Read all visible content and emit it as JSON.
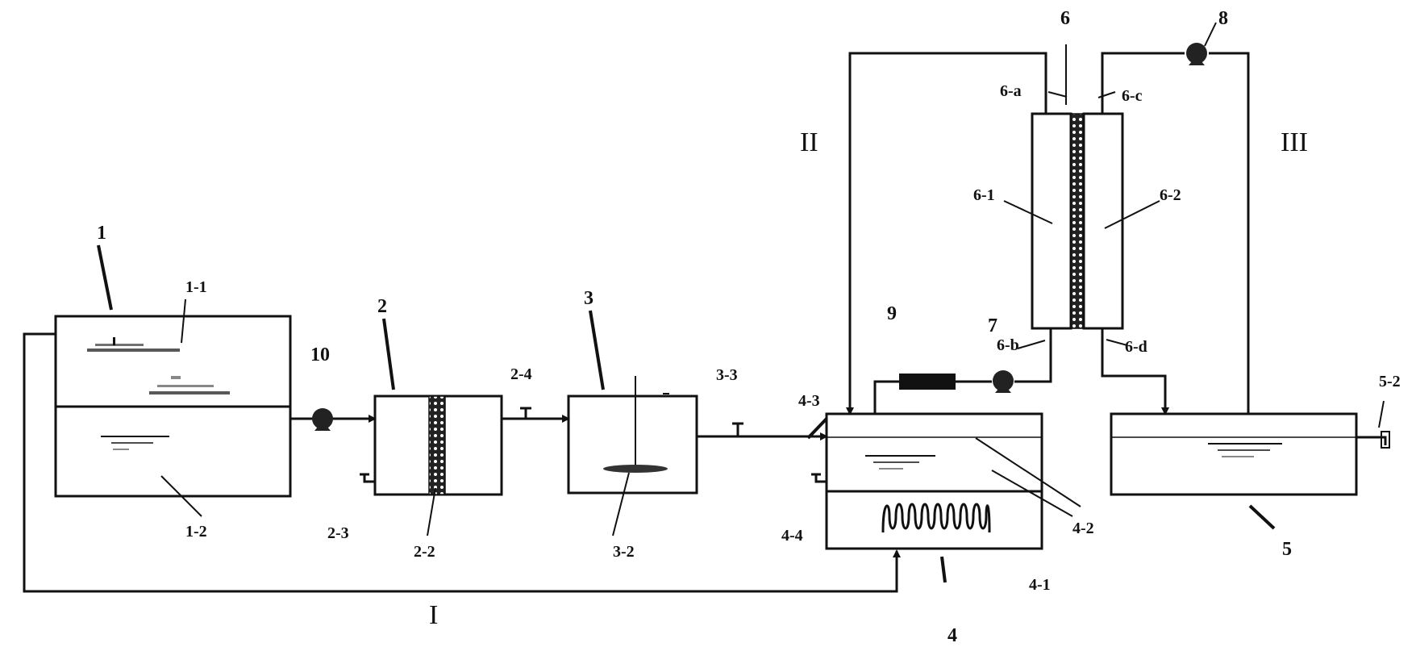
{
  "labels": {
    "tank1": "1",
    "tank1_upper": "1-1",
    "tank1_lower": "1-2",
    "unit2": "2",
    "unit2_valve_bottom": "2-3",
    "unit2_valve_top": "2-4",
    "unit2_media": "2-2",
    "unit3": "3",
    "unit3_stirrer": "3-2",
    "unit3_valve": "3-3",
    "tank4": "4",
    "tank4_heater": "4-1",
    "tank4_liquid": "4-2",
    "tank4_inlet": "4-3",
    "tank4_valve": "4-4",
    "tank5": "5",
    "tank5_outlet": "5-2",
    "cell6": "6",
    "cell6_left": "6-1",
    "cell6_right": "6-2",
    "port_a": "6-a",
    "port_b": "6-b",
    "port_c": "6-c",
    "port_d": "6-d",
    "pump7": "7",
    "pump8": "8",
    "component9": "9",
    "pump10": "10"
  },
  "loops": {
    "loop1": "I",
    "loop2": "II",
    "loop3": "III"
  }
}
